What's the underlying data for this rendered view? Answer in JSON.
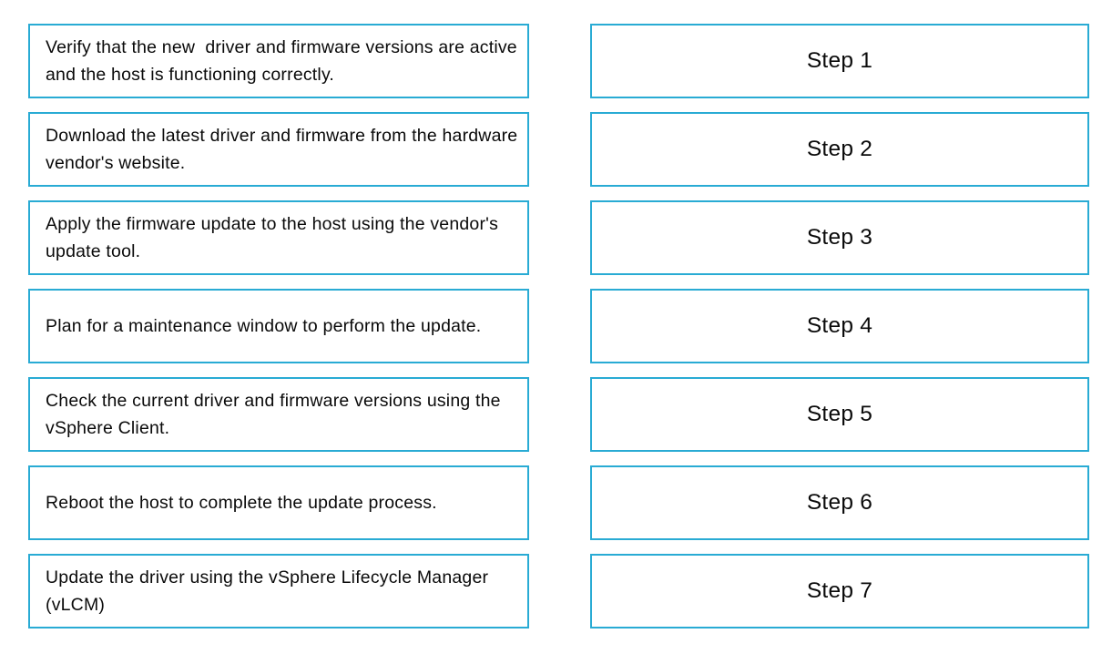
{
  "page": {
    "background_color": "#ffffff",
    "text_color": "#0a0a0a",
    "accent_color": "#29abd4",
    "layout": "two-column-matching"
  },
  "left_column": {
    "name": "statements",
    "items": [
      {
        "id": "statement-1",
        "text": "Verify that the new  driver and firmware versions are active and the host is functioning correctly."
      },
      {
        "id": "statement-2",
        "text": "Download the latest driver and firmware from the hardware vendor's website."
      },
      {
        "id": "statement-3",
        "text": "Apply the firmware update to the host using the vendor's update tool."
      },
      {
        "id": "statement-4",
        "text": "Plan for a maintenance window to perform the update."
      },
      {
        "id": "statement-5",
        "text": "Check the current driver and firmware versions using the vSphere Client."
      },
      {
        "id": "statement-6",
        "text": "Reboot the host to complete the update process."
      },
      {
        "id": "statement-7",
        "text": "Update the driver using the vSphere Lifecycle Manager (vLCM)"
      }
    ]
  },
  "right_column": {
    "name": "steps",
    "items": [
      {
        "id": "step-1",
        "label": "Step 1"
      },
      {
        "id": "step-2",
        "label": "Step 2"
      },
      {
        "id": "step-3",
        "label": "Step 3"
      },
      {
        "id": "step-4",
        "label": "Step 4"
      },
      {
        "id": "step-5",
        "label": "Step 5"
      },
      {
        "id": "step-6",
        "label": "Step 6"
      },
      {
        "id": "step-7",
        "label": "Step 7"
      }
    ]
  }
}
